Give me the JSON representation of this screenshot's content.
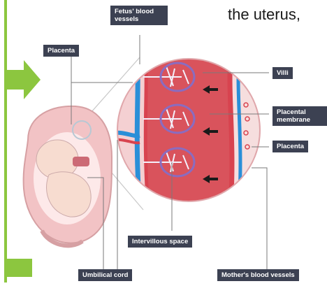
{
  "header": {
    "text": "the uterus,"
  },
  "labels": {
    "fetus_blood_vessels": "Fetus' blood vessels",
    "placenta_left": "Placenta",
    "villi": "Villi",
    "placental_membrane": "Placental membrane",
    "placenta_right": "Placenta",
    "intervillous_space": "Intervillous space",
    "umbilical_cord": "Umbilical cord",
    "mothers_blood_vessels": "Mother's blood vessels"
  },
  "colors": {
    "label_bg": "#3c4152",
    "accent_green": "#8cc63f",
    "uterus_pink": "#f2c3c5",
    "tissue_red": "#d8434f",
    "vessel_blue": "#2a8fd8",
    "villi_purple": "#8a6cc0"
  }
}
